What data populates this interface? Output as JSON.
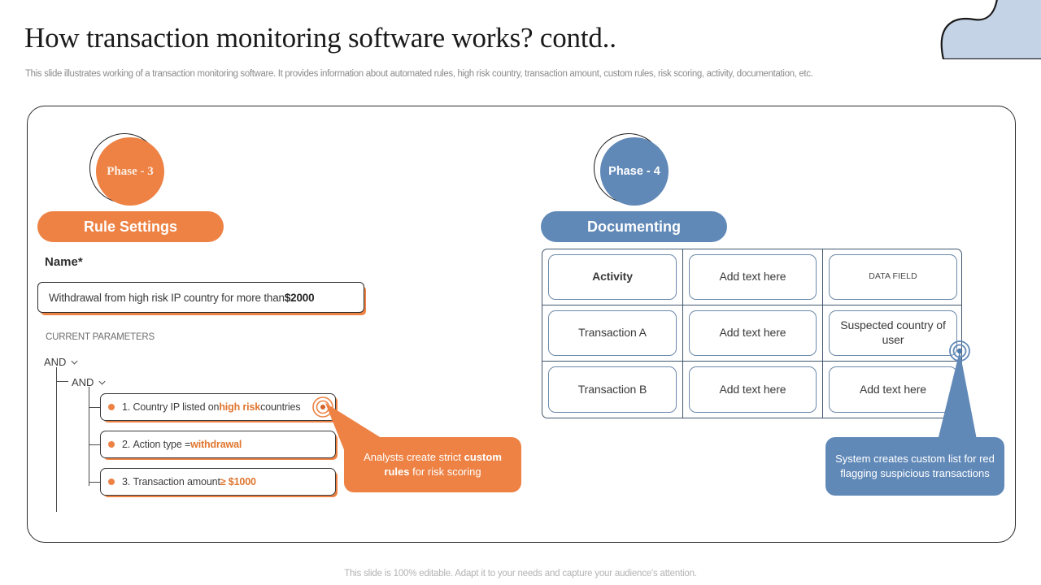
{
  "header": {
    "title": "How transaction monitoring software works? contd..",
    "subtitle": "This slide illustrates working of a transaction monitoring software. It provides information about automated rules, high risk country, transaction amount, custom rules, risk scoring, activity,  documentation, etc."
  },
  "colors": {
    "orange": "#ED8244",
    "orange_text": "#E0762F",
    "blue": "#6189B8",
    "blue_border": "#41576e",
    "blob": "#c5d3e6"
  },
  "left_panel": {
    "phase_badge": "Phase - 3",
    "phase_pill": "Rule Settings",
    "name_label": "Name*",
    "name_value_plain": "Withdrawal from high risk IP country for more than ",
    "name_value_bold": "$2000",
    "params_label": "CURRENT PARAMETERS",
    "tree": {
      "and_outer": "AND",
      "and_inner": "AND",
      "conditions": [
        {
          "index": "1.",
          "text_before": "Country IP listed on ",
          "highlight": "high risk",
          "text_after": " countries"
        },
        {
          "index": "2.",
          "text_before": "Action type = ",
          "highlight": "withdrawal",
          "text_after": ""
        },
        {
          "index": "3.",
          "text_before": "Transaction  amount ",
          "highlight": "≥ $1000",
          "text_after": ""
        }
      ]
    },
    "callout": {
      "line_a": "Analysts create strict ",
      "bold": "custom rules",
      "line_b": " for risk scoring"
    }
  },
  "right_panel": {
    "phase_badge": "Phase - 4",
    "phase_pill": "Documenting",
    "table": {
      "rows": [
        [
          "Activity",
          "Add text here",
          "DATA FIELD"
        ],
        [
          "Transaction A",
          "Add text here",
          "Suspected country of user"
        ],
        [
          "Transaction B",
          "Add text here",
          "Add text here"
        ]
      ]
    },
    "callout": "System creates custom list for red flagging suspicious transactions"
  },
  "footer": {
    "text": "This slide is 100% editable. Adapt it to your needs and capture your audience's attention."
  }
}
